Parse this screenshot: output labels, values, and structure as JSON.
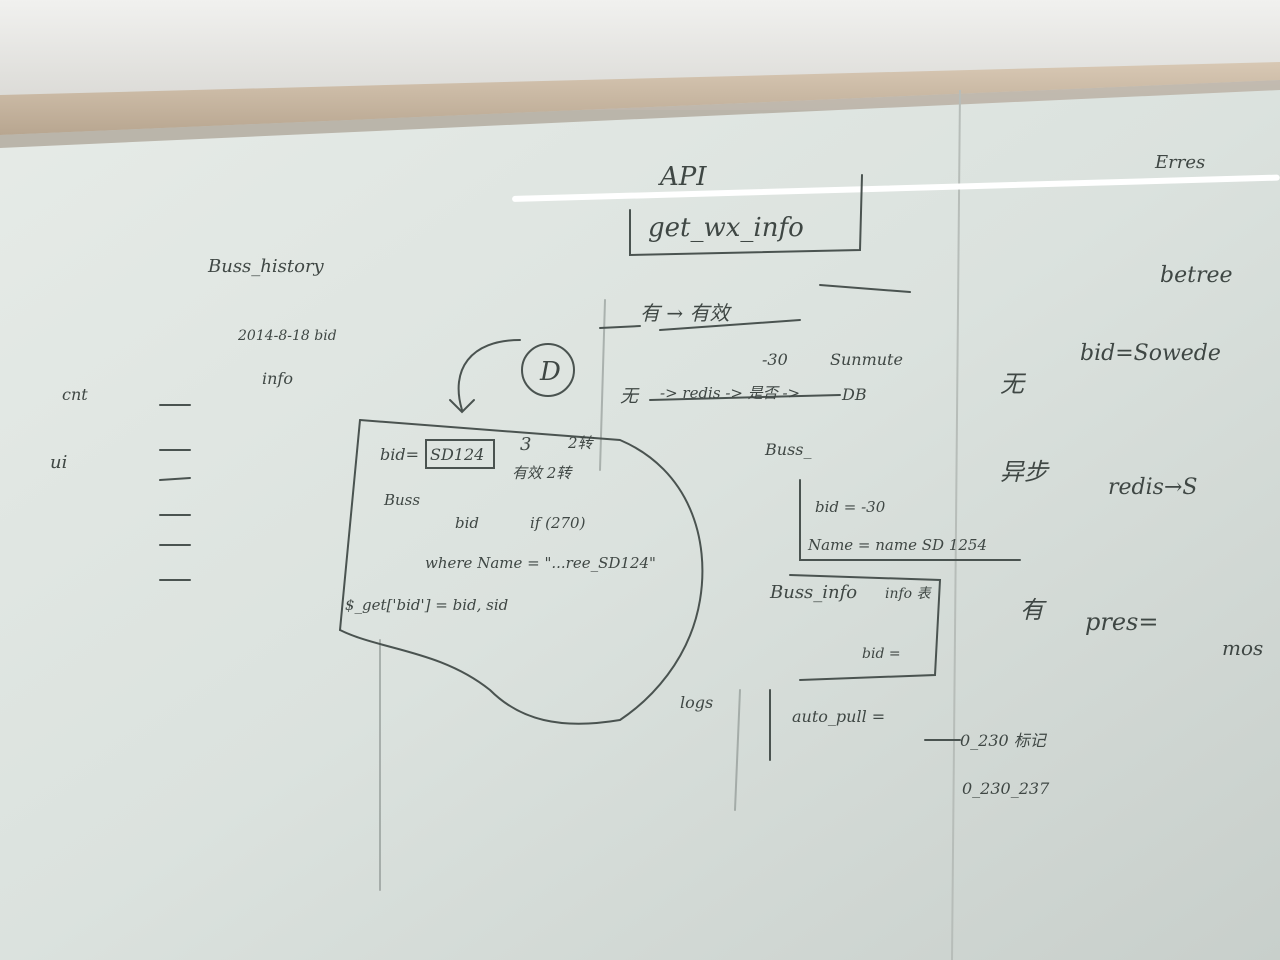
{
  "scene": {
    "description": "",
    "colors": {
      "ink": "#3f4744",
      "board": "#dde3df",
      "frame": "#c9b9a4",
      "ceiling": "#e2e2e0"
    }
  },
  "board": {
    "top_center": {
      "title": "API",
      "subtitle": "get_wx_info",
      "flow_label": "有 → 有效",
      "mid_top": "-30",
      "mid_note": "Sunmute",
      "row_label": "无",
      "row_text": "-> redis -> 是否 ->",
      "db_label": "DB"
    },
    "left_top": {
      "heading": "Buss_history",
      "date_line": "2014-8-18 bid",
      "sub_line": "info"
    },
    "left_edge": {
      "line1": "cnt",
      "line2": "ui"
    },
    "center_box": {
      "bid_label": "bid=",
      "bid_value": "SD124",
      "marker": "3",
      "note_right": "2转",
      "note_right2": "有效 2转",
      "circle_label": "D",
      "line_buss": "Buss",
      "line_bid": "bid",
      "line_if": "if (270)",
      "where_line": "where Name = \"...ree_SD124\"",
      "get_line": "$_get['bid'] = bid, sid"
    },
    "center_right": {
      "buss_label": "Buss_",
      "bid_line": "bid = -30",
      "name_line": "Name = name SD 1254",
      "info_label": "Buss_info",
      "info_side": "info 表",
      "info_bid": "bid =",
      "logs": "logs",
      "auto_pull": "auto_pull =",
      "auto_val1": "0_230 标记",
      "auto_val2": "0_230_237"
    },
    "right_edge": {
      "top": "Erres",
      "betree": "betree",
      "wu": "无",
      "bid_line": "bid=Sowede",
      "yibu": "异步",
      "redis": "redis→S",
      "you": "有",
      "pres": "pres=",
      "mos": "mos"
    }
  }
}
